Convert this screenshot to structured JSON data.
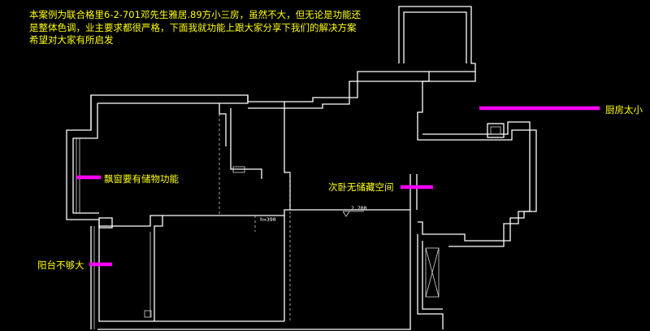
{
  "intro": {
    "line1": "本案例为联合格里6-2-701邓先生雅居.89方小三房，虽然不大，但无论是功能还",
    "line2": "是整体色调，业主要求都很严格，下面我就功能上跟大家分享下我们的解决方案",
    "line3": "希望对大家有所启发"
  },
  "annotations": {
    "kitchen": "厨房太小",
    "bay_window": "飘窗要有储物功能",
    "second_bedroom": "次卧无储藏空间",
    "balcony": "阳台不够大"
  },
  "dimensions": {
    "floor_level": "2.700",
    "height": "h=390"
  },
  "colors": {
    "background": "#000000",
    "text": "#ffff00",
    "marker": "#ff00ff",
    "walls": "#ffffff"
  }
}
